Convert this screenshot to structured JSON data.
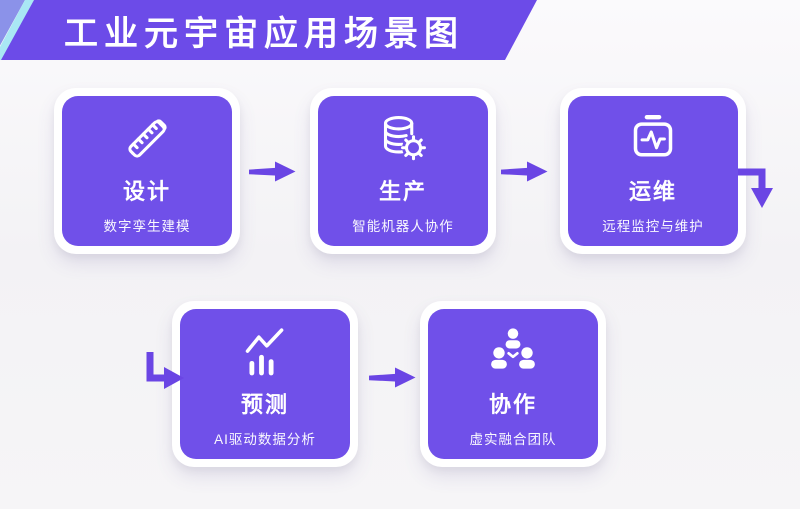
{
  "header": {
    "title": "工业元宇宙应用场景图"
  },
  "cards": [
    {
      "title": "设计",
      "subtitle": "数字孪生建模",
      "icon": "ruler-pencil-icon"
    },
    {
      "title": "生产",
      "subtitle": "智能机器人协作",
      "icon": "database-gear-icon"
    },
    {
      "title": "运维",
      "subtitle": "远程监控与维护",
      "icon": "toolbox-pulse-icon"
    },
    {
      "title": "预测",
      "subtitle": "AI驱动数据分析",
      "icon": "trend-bars-icon"
    },
    {
      "title": "协作",
      "subtitle": "虚实融合团队",
      "icon": "team-icon"
    }
  ],
  "colors": {
    "banner_purple": "#6C4BE8",
    "card_purple": "#7050E9",
    "arrow_purple": "#6A45E4",
    "banner_periwinkle": "#8B92E9",
    "banner_cyan": "#A9E8F4",
    "card_frame": "#FFFFFF",
    "background": "#F5F4F6",
    "text": "#FFFFFF"
  }
}
